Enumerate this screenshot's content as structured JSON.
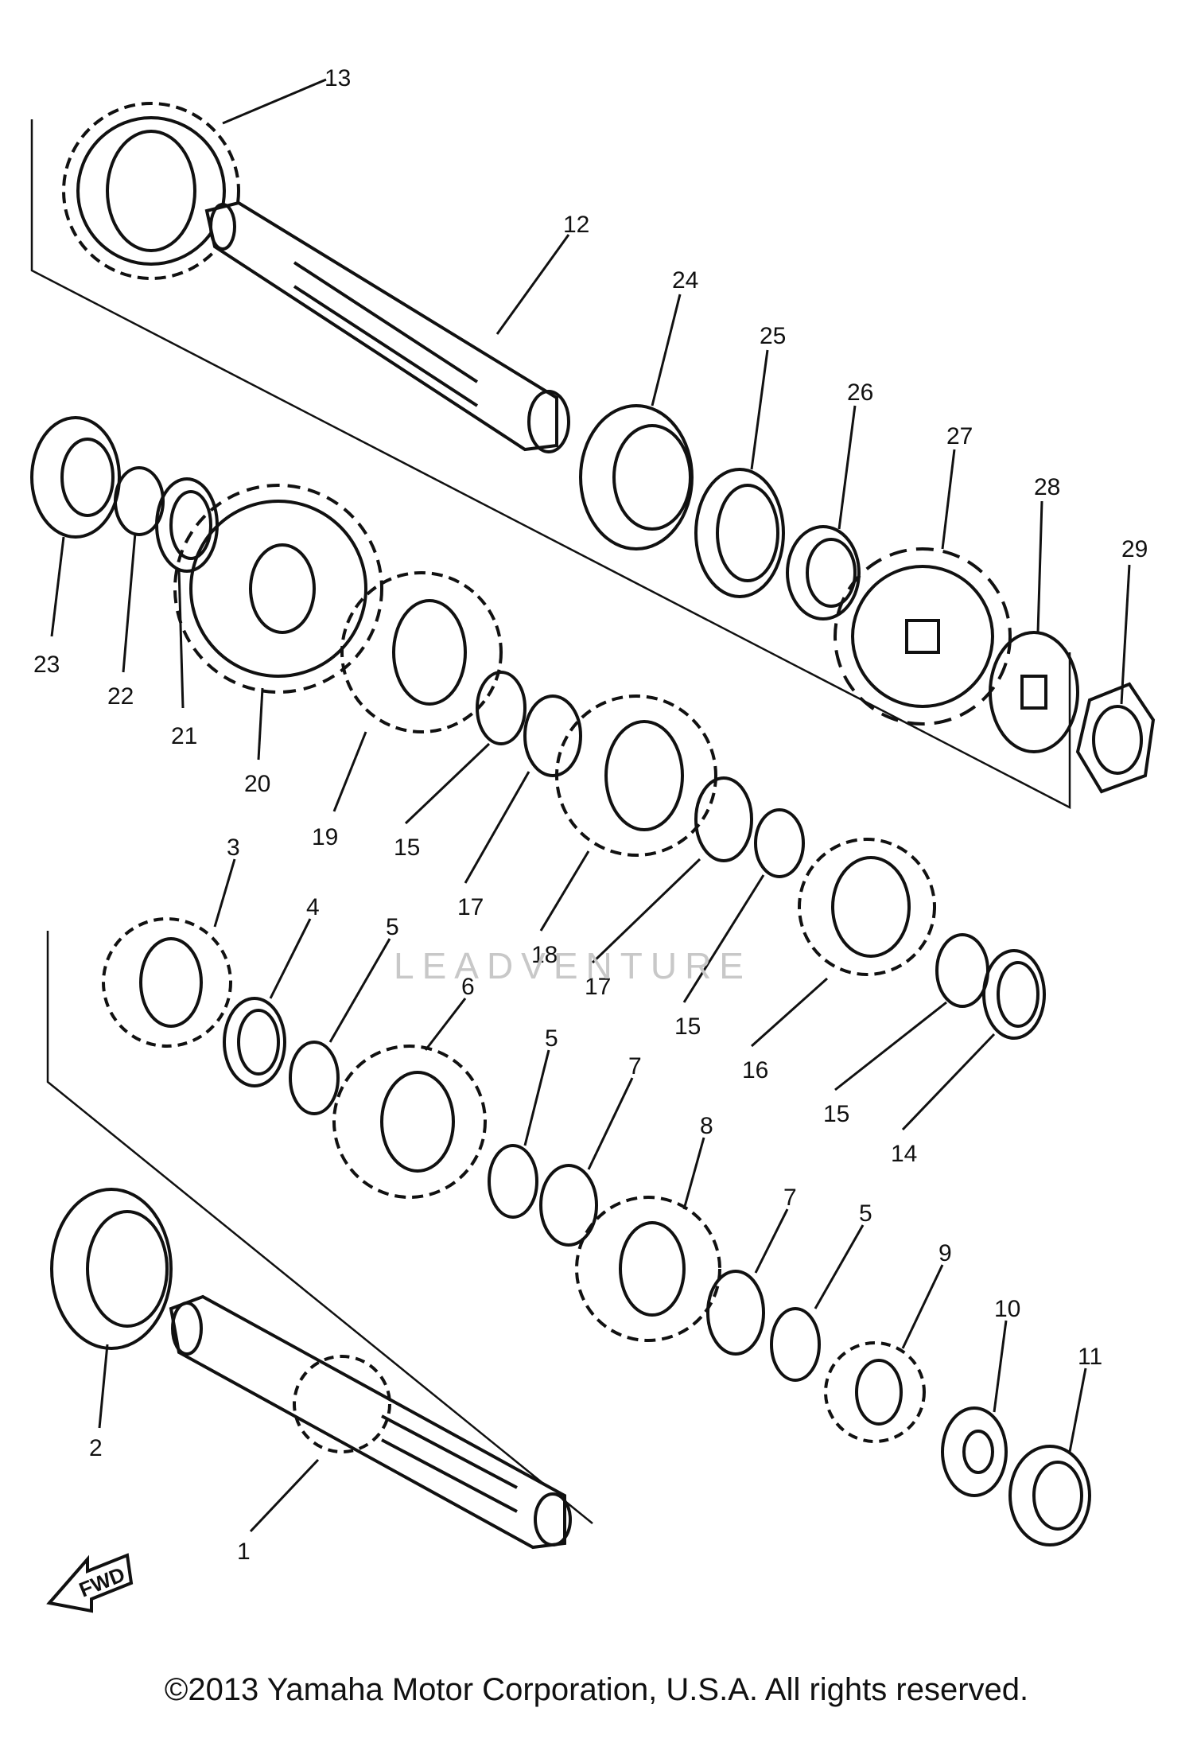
{
  "watermark": "LEADVENTURE",
  "fwd_label": "FWD",
  "copyright": "©2013 Yamaha Motor Corporation, U.S.A. All rights reserved.",
  "callouts": [
    "1",
    "2",
    "3",
    "4",
    "5",
    "6",
    "7",
    "8",
    "9",
    "10",
    "11",
    "12",
    "13",
    "14",
    "15",
    "16",
    "17",
    "18",
    "19",
    "20",
    "21",
    "22",
    "23",
    "24",
    "25",
    "26",
    "27",
    "28",
    "29"
  ]
}
